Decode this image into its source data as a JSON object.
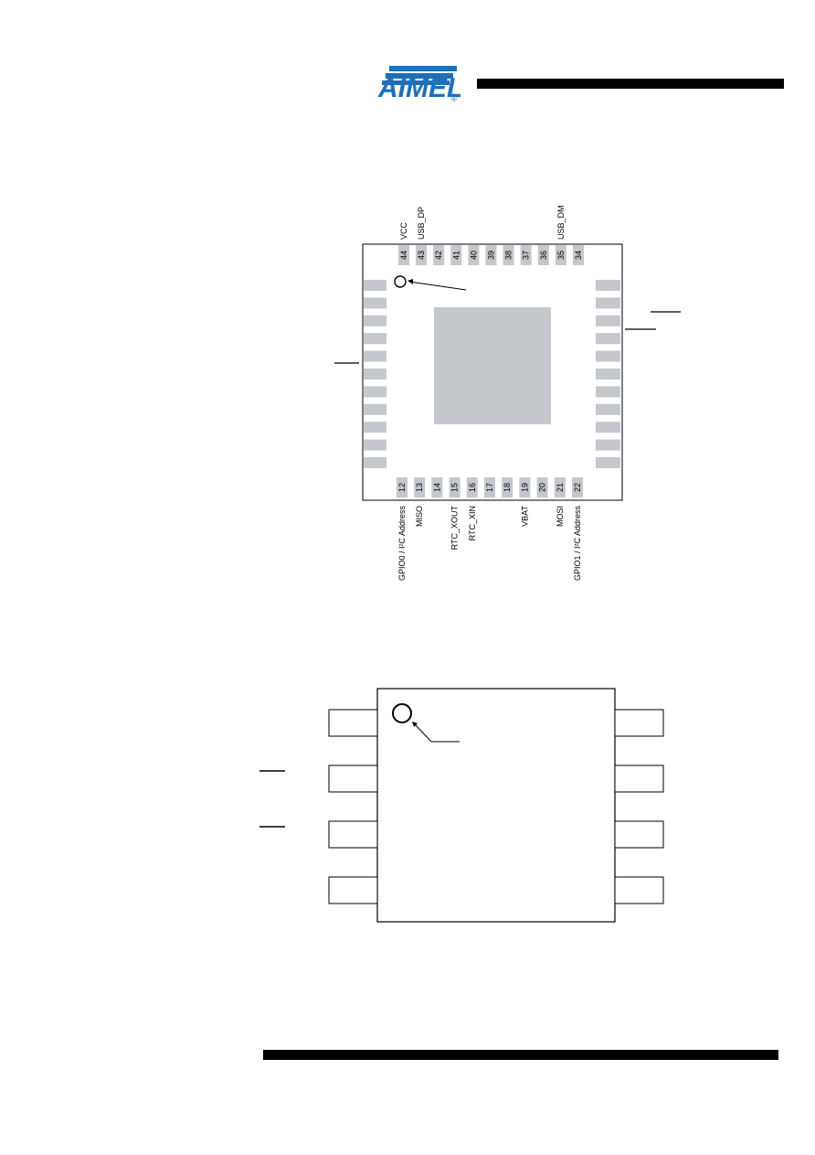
{
  "header": {
    "logo_text": "AIMEL",
    "logo_mark": "®",
    "brand_color": "#1f6fb8"
  },
  "qfn": {
    "top_pins": [
      "44",
      "43",
      "42",
      "41",
      "40",
      "39",
      "38",
      "37",
      "36",
      "35",
      "34"
    ],
    "top_labels": [
      "VCC",
      "USB_DP",
      "",
      "",
      "",
      "",
      "",
      "",
      "",
      "USB_DM",
      ""
    ],
    "bottom_pins": [
      "12",
      "13",
      "14",
      "15",
      "16",
      "17",
      "18",
      "19",
      "20",
      "21",
      "22"
    ],
    "bottom_labels": [
      "GPIO0 / I²C Address",
      "MISO",
      "",
      "RTC_XOUT",
      "RTC_XIN",
      "",
      "",
      "VBAT",
      "",
      "MOSI",
      "GPIO1 / I²C Address"
    ],
    "left_pad_count": 11,
    "right_pad_count": 11,
    "pad_color": "#c4c7cb",
    "exposed_pad_color": "#c4c7cb"
  },
  "soic": {
    "left_lead_count": 4,
    "right_lead_count": 4
  }
}
